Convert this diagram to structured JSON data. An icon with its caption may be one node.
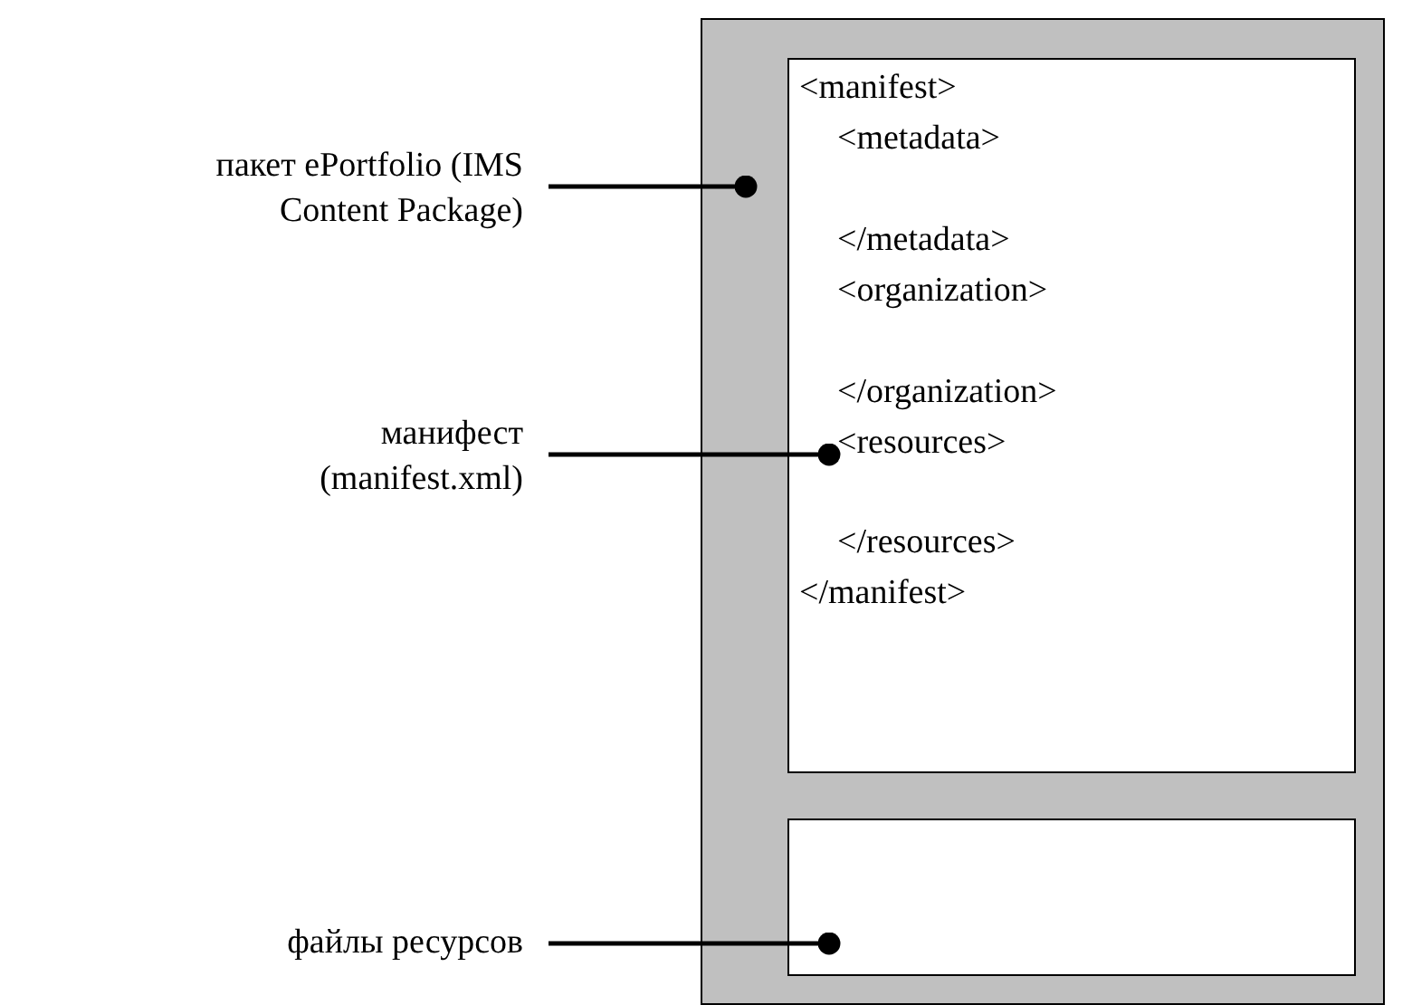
{
  "diagram": {
    "nodes": [
      {
        "text": [],
        "shape": "box"
      },
      {
        "text": [
          "<manifest>",
          "<metadata>",
          "</metadata>",
          "<organization>",
          "</organization>",
          "<resources>",
          "</resources>",
          "</manifest>"
        ],
        "in": 0
      },
      {
        "text": [],
        "shape": "box",
        "in": 0
      },
      {
        "text": [
          "пакет ePortfolio (IMS Content Package)"
        ]
      },
      {
        "text": [
          "манифест (manifest.xml)"
        ]
      },
      {
        "text": [
          "файлы ресурсов"
        ]
      }
    ],
    "edges": [
      {
        "from": 3,
        "to": 0,
        "arrow": "other"
      },
      {
        "from": 4,
        "to": 1,
        "arrow": "other"
      },
      {
        "from": 5,
        "to": 2,
        "arrow": "other"
      }
    ]
  }
}
